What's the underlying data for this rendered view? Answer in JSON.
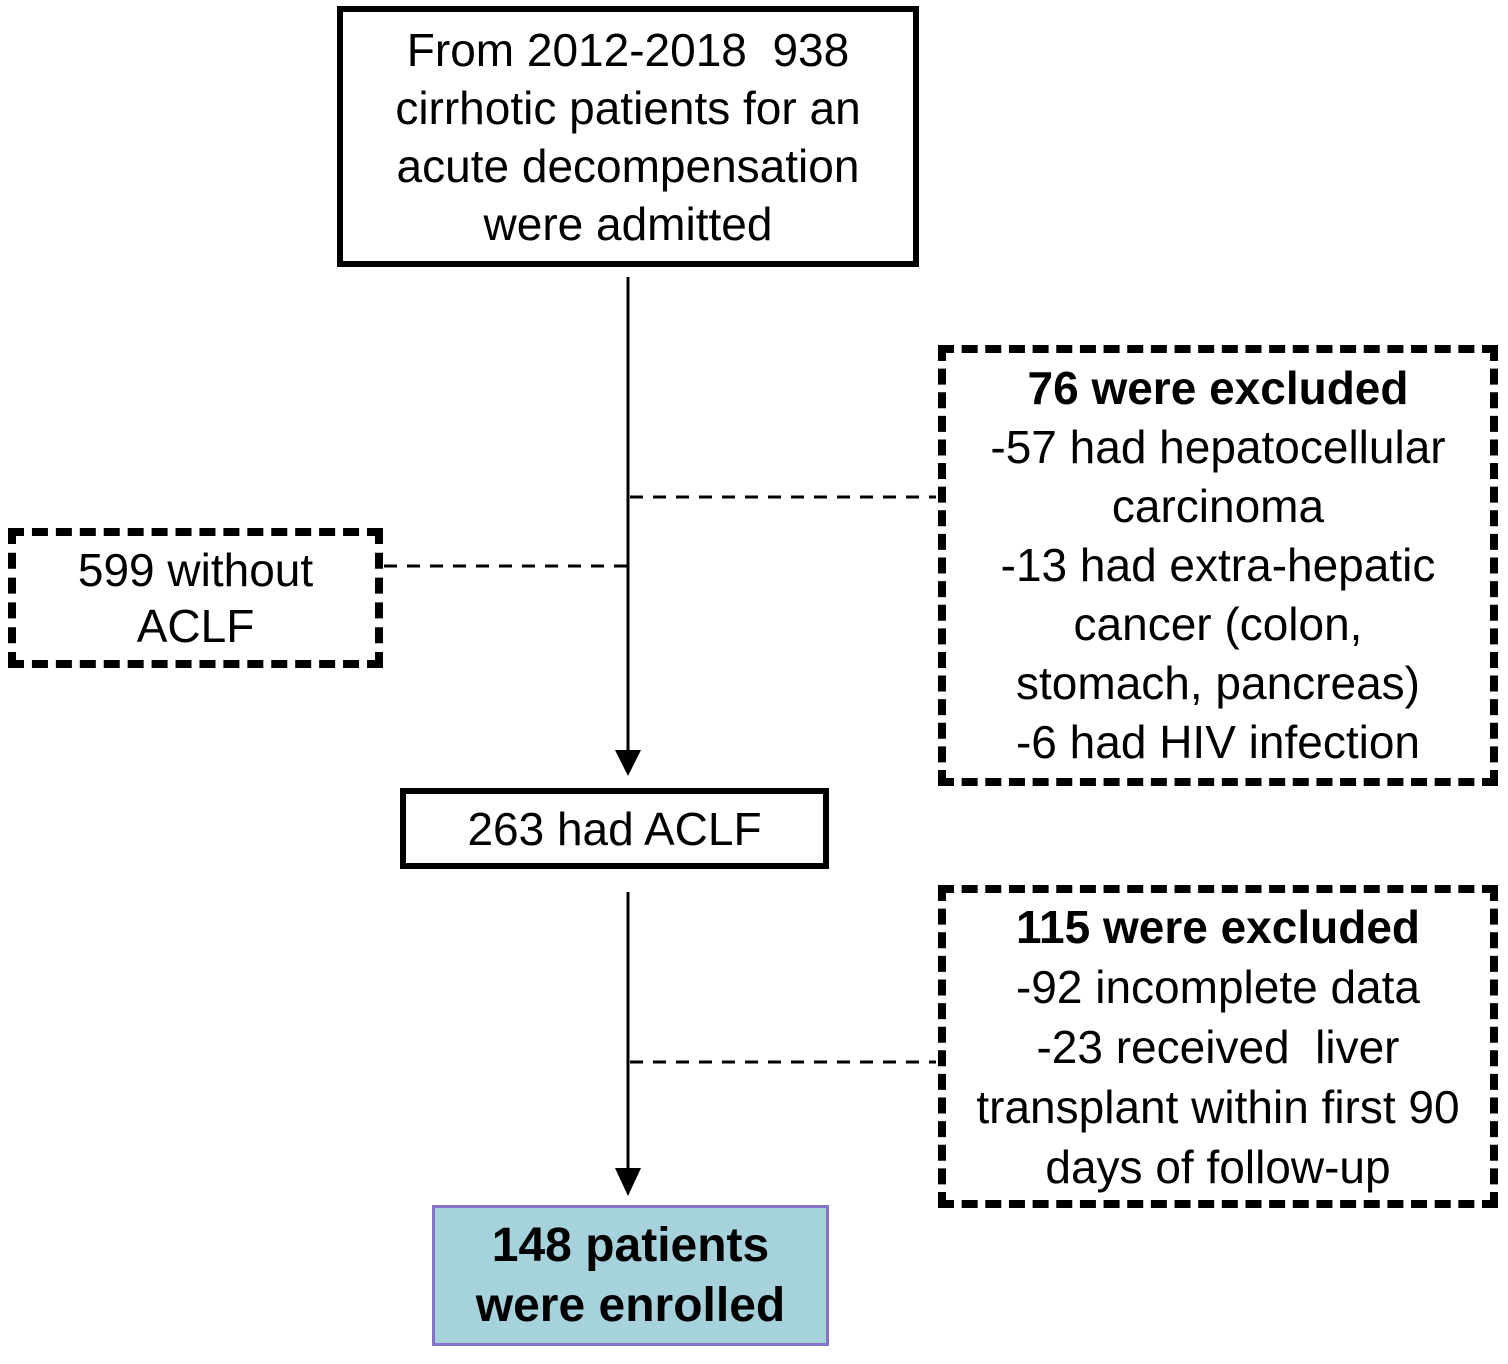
{
  "flowchart": {
    "boxes": {
      "admitted": {
        "text": "From 2012-2018  938\ncirrhotic patients for an\nacute decompensation\nwere admitted"
      },
      "without_aclf": {
        "text": "599 without\nACLF"
      },
      "excluded_1": {
        "heading": "76 were excluded",
        "body": "-57 had hepatocellular\ncarcinoma\n-13 had extra-hepatic\ncancer (colon,\nstomach, pancreas)\n-6 had HIV infection"
      },
      "had_aclf": {
        "text": "263 had ACLF"
      },
      "excluded_2": {
        "heading": "115 were excluded",
        "body": "-92 incomplete data\n-23 received  liver\ntransplant within first 90\ndays of follow-up"
      },
      "enrolled": {
        "text": "148 patients\nwere enrolled"
      }
    },
    "colors": {
      "enrolled_fill": "#a6d2dc",
      "enrolled_border": "#8673c8",
      "line": "#000000",
      "text": "#000000"
    }
  }
}
